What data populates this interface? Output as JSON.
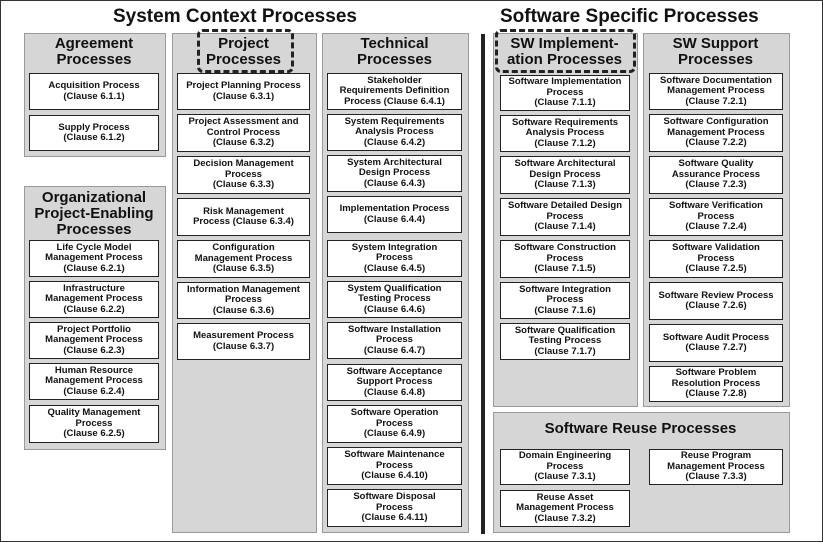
{
  "titles": {
    "system_context": "System Context Processes",
    "software_specific": "Software Specific Processes"
  },
  "panels": {
    "agreement": {
      "title": "Agreement\nProcesses",
      "items": [
        "Acquisition Process\n(Clause 6.1.1)",
        "Supply Process\n(Clause 6.1.2)"
      ]
    },
    "organizational": {
      "title": "Organizational\nProject-Enabling\nProcesses",
      "items": [
        "Life Cycle Model\nManagement Process\n(Clause 6.2.1)",
        "Infrastructure\nManagement Process\n(Clause 6.2.2)",
        "Project Portfolio\nManagement Process\n(Clause 6.2.3)",
        "Human Resource\nManagement Process\n(Clause 6.2.4)",
        "Quality Management\nProcess\n(Clause 6.2.5)"
      ]
    },
    "project": {
      "title": "Project\nProcesses",
      "items": [
        "Project Planning Process\n(Clause 6.3.1)",
        "Project Assessment and\nControl Process\n(Clause 6.3.2)",
        "Decision Management\nProcess\n(Clause 6.3.3)",
        "Risk Management\nProcess (Clause 6.3.4)",
        "Configuration\nManagement Process\n(Clause 6.3.5)",
        "Information Management\nProcess\n(Clause 6.3.6)",
        "Measurement Process\n(Clause 6.3.7)"
      ]
    },
    "technical": {
      "title": "Technical\nProcesses",
      "items": [
        "Stakeholder\nRequirements Definition\nProcess (Clause 6.4.1)",
        "System Requirements\nAnalysis Process\n(Clause 6.4.2)",
        "System Architectural\nDesign Process\n(Clause 6.4.3)",
        "Implementation Process\n(Clause 6.4.4)",
        "System Integration\nProcess\n(Clause 6.4.5)",
        "System Qualification\nTesting Process\n(Clause 6.4.6)",
        "Software Installation\nProcess\n(Clause 6.4.7)",
        "Software Acceptance\nSupport Process\n(Clause 6.4.8)",
        "Software Operation\nProcess\n(Clause 6.4.9)",
        "Software Maintenance\nProcess\n(Clause 6.4.10)",
        "Software Disposal\nProcess\n(Clause 6.4.11)"
      ]
    },
    "sw_implementation": {
      "title": "SW Implement-\nation Processes",
      "items": [
        "Software Implementation\nProcess\n(Clause 7.1.1)",
        "Software Requirements\nAnalysis Process\n(Clause 7.1.2)",
        "Software Architectural\nDesign Process\n(Clause 7.1.3)",
        "Software Detailed Design\nProcess\n(Clause 7.1.4)",
        "Software Construction\nProcess\n(Clause 7.1.5)",
        "Software Integration\nProcess\n(Clause 7.1.6)",
        "Software Qualification\nTesting Process\n(Clause 7.1.7)"
      ]
    },
    "sw_support": {
      "title": "SW Support\nProcesses",
      "items": [
        "Software Documentation\nManagement Process\n(Clause 7.2.1)",
        "Software Configuration\nManagement Process\n(Clause 7.2.2)",
        "Software Quality\nAssurance Process\n(Clause 7.2.3)",
        "Software Verification\nProcess\n(Clause 7.2.4)",
        "Software Validation\nProcess\n(Clause 7.2.5)",
        "Software Review Process\n(Clause 7.2.6)",
        "Software Audit Process\n(Clause 7.2.7)",
        "Software Problem\nResolution Process\n(Clause 7.2.8)"
      ]
    },
    "sw_reuse": {
      "title": "Software Reuse Processes",
      "items": [
        "Domain Engineering\nProcess\n(Clause 7.3.1)",
        "Reuse Asset\nManagement Process\n(Clause 7.3.2)",
        "Reuse Program\nManagement Process\n(Clause 7.3.3)"
      ]
    }
  }
}
